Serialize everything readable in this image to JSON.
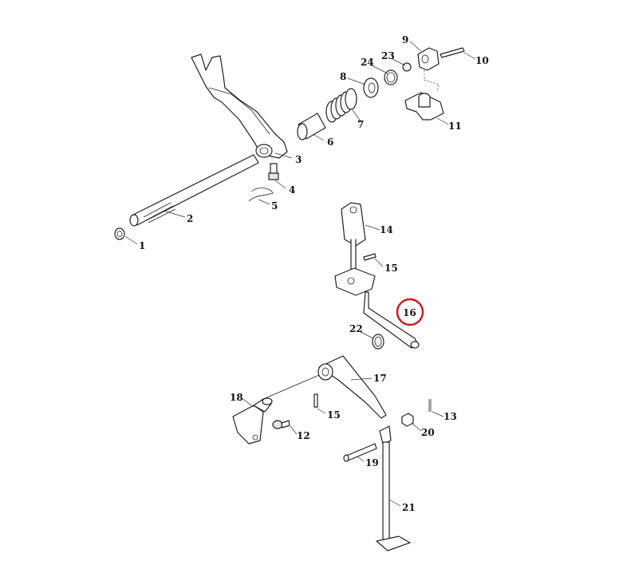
{
  "diagram": {
    "highlight_color": "#d0151b",
    "highlighted_part": "16",
    "callouts": {
      "c1": "1",
      "c2": "2",
      "c3": "3",
      "c4": "4",
      "c5": "5",
      "c6": "6",
      "c7": "7",
      "c8": "8",
      "c9": "9",
      "c10": "10",
      "c11": "11",
      "c12": "12",
      "c13": "13",
      "c14": "14",
      "c15a": "15",
      "c15b": "15",
      "c16": "16",
      "c17": "17",
      "c18": "18",
      "c19": "19",
      "c20": "20",
      "c21": "21",
      "c22": "22",
      "c23": "23",
      "c24": "24"
    }
  }
}
